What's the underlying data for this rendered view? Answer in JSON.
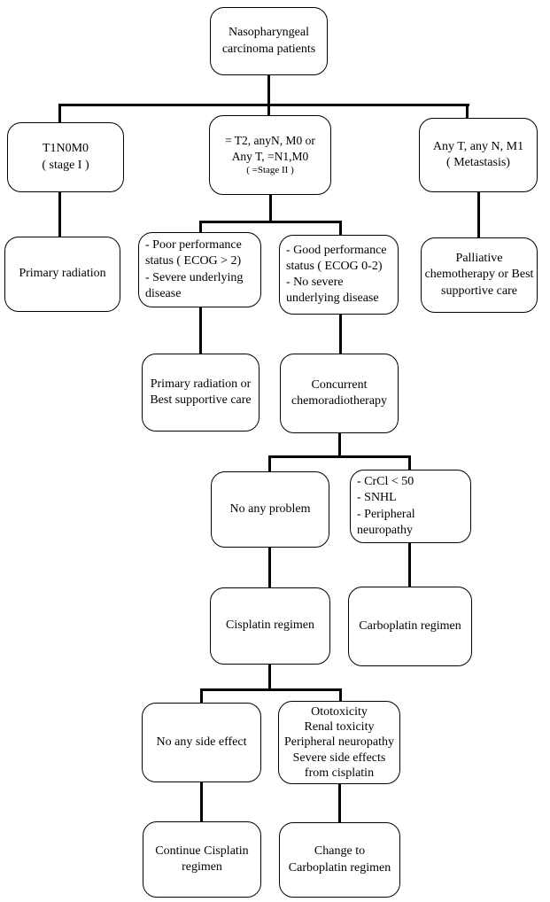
{
  "diagram_type": "flowchart",
  "nodes": {
    "root": {
      "lines": [
        "Nasopharyngeal",
        "carcinoma patients"
      ]
    },
    "stage1": {
      "lines": [
        "T1N0M0",
        "( stage I )"
      ]
    },
    "stage2": {
      "lines": [
        "= T2, anyN, M0 or",
        "Any T, =N1,M0",
        "( =Stage II )"
      ]
    },
    "metastasis": {
      "lines": [
        "Any T, any N, M1",
        "( Metastasis)"
      ]
    },
    "primary_radiation": {
      "lines": [
        "Primary radiation"
      ]
    },
    "poor_performance": {
      "lines": [
        "- Poor performance",
        "status ( ECOG > 2)",
        "- Severe underlying",
        "disease"
      ]
    },
    "good_performance": {
      "lines": [
        "- Good performance",
        "status ( ECOG 0-2)",
        "- No severe",
        "underlying disease"
      ]
    },
    "palliative": {
      "lines": [
        "Palliative",
        "chemotherapy or Best",
        "supportive care"
      ]
    },
    "radiation_or_bsc": {
      "lines": [
        "Primary radiation or",
        "Best supportive care"
      ]
    },
    "concurrent_crt": {
      "lines": [
        "Concurrent",
        "chemoradiotherapy"
      ]
    },
    "no_problem": {
      "lines": [
        "No any problem"
      ]
    },
    "crcl_snhl": {
      "lines": [
        "- CrCl < 50",
        "- SNHL",
        "- Peripheral",
        "neuropathy"
      ]
    },
    "cisplatin": {
      "lines": [
        "Cisplatin regimen"
      ]
    },
    "carboplatin": {
      "lines": [
        "Carboplatin regimen"
      ]
    },
    "no_side_effect": {
      "lines": [
        "No any side effect"
      ]
    },
    "cisplatin_toxicity": {
      "lines": [
        "Ototoxicity",
        "Renal toxicity",
        "Peripheral neuropathy",
        "Severe side effects",
        "from cisplatin"
      ]
    },
    "continue_cisplatin": {
      "lines": [
        "Continue Cisplatin",
        "regimen"
      ]
    },
    "change_carboplatin": {
      "lines": [
        "Change to",
        "Carboplatin regimen"
      ]
    }
  },
  "edges": [
    {
      "from": "root",
      "to": "stage1"
    },
    {
      "from": "root",
      "to": "stage2"
    },
    {
      "from": "root",
      "to": "metastasis"
    },
    {
      "from": "stage1",
      "to": "primary_radiation"
    },
    {
      "from": "stage2",
      "to": "poor_performance"
    },
    {
      "from": "stage2",
      "to": "good_performance"
    },
    {
      "from": "metastasis",
      "to": "palliative"
    },
    {
      "from": "poor_performance",
      "to": "radiation_or_bsc"
    },
    {
      "from": "good_performance",
      "to": "concurrent_crt"
    },
    {
      "from": "concurrent_crt",
      "to": "no_problem"
    },
    {
      "from": "concurrent_crt",
      "to": "crcl_snhl"
    },
    {
      "from": "no_problem",
      "to": "cisplatin"
    },
    {
      "from": "crcl_snhl",
      "to": "carboplatin"
    },
    {
      "from": "cisplatin",
      "to": "no_side_effect"
    },
    {
      "from": "cisplatin",
      "to": "cisplatin_toxicity"
    },
    {
      "from": "no_side_effect",
      "to": "continue_cisplatin"
    },
    {
      "from": "cisplatin_toxicity",
      "to": "change_carboplatin"
    }
  ],
  "colors": {
    "line": "#000000",
    "box_border": "#000000",
    "box_fill": "#ffffff",
    "text": "#000000",
    "background": "#ffffff"
  }
}
